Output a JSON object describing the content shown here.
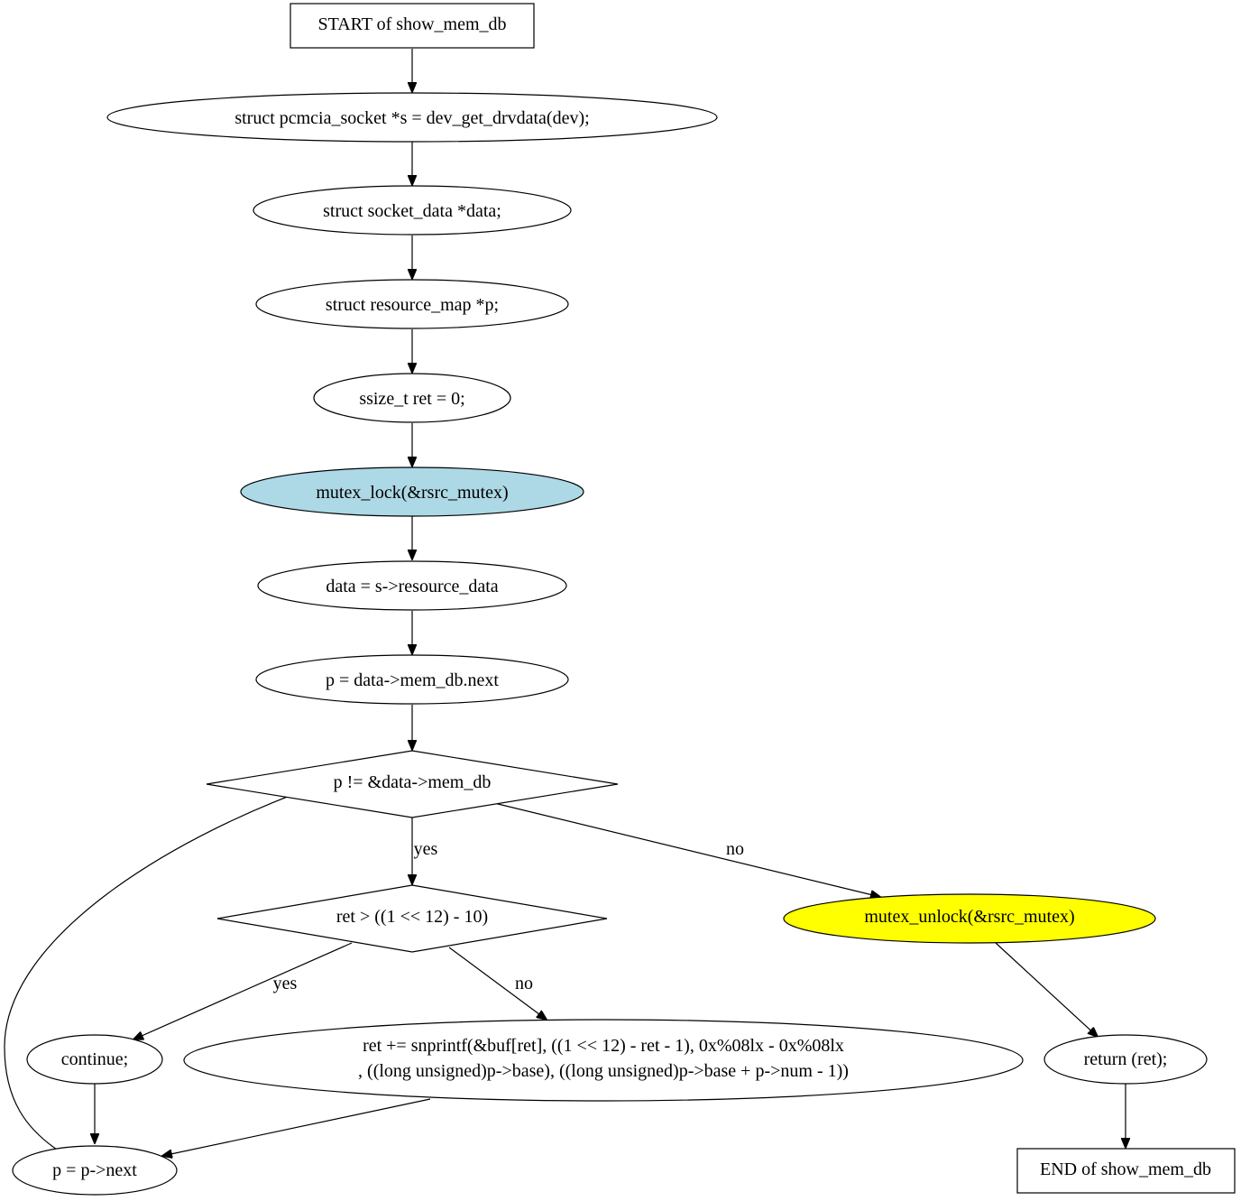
{
  "diagram": {
    "colors": {
      "default_fill": "#ffffff",
      "lock_fill": "#add8e6",
      "unlock_fill": "#ffff00",
      "stroke": "#000000"
    },
    "nodes": {
      "start": "START of show_mem_db",
      "decl_s": "struct pcmcia_socket *s = dev_get_drvdata(dev);",
      "decl_data": "struct socket_data *data;",
      "decl_p": "struct resource_map *p;",
      "decl_ret": "ssize_t ret = 0;",
      "mutex_lock": "mutex_lock(&rsrc_mutex)",
      "assign_data": "data = s->resource_data",
      "assign_p": "p = data->mem_db.next",
      "loop_cond": "p != &data->mem_db",
      "ret_cond": "ret > ((1 << 12) - 10)",
      "mutex_unlock": "mutex_unlock(&rsrc_mutex)",
      "continue": "continue;",
      "snprintf_line1": "ret += snprintf(&buf[ret], ((1 << 12) - ret - 1), 0x%08lx - 0x%08lx",
      "snprintf_line2": ", ((long unsigned)p->base), ((long unsigned)p->base + p->num - 1))",
      "return": "return (ret);",
      "p_next": "p = p->next",
      "end": "END of show_mem_db"
    },
    "edge_labels": {
      "loop_yes": "yes",
      "loop_no": "no",
      "ret_yes": "yes",
      "ret_no": "no"
    }
  }
}
